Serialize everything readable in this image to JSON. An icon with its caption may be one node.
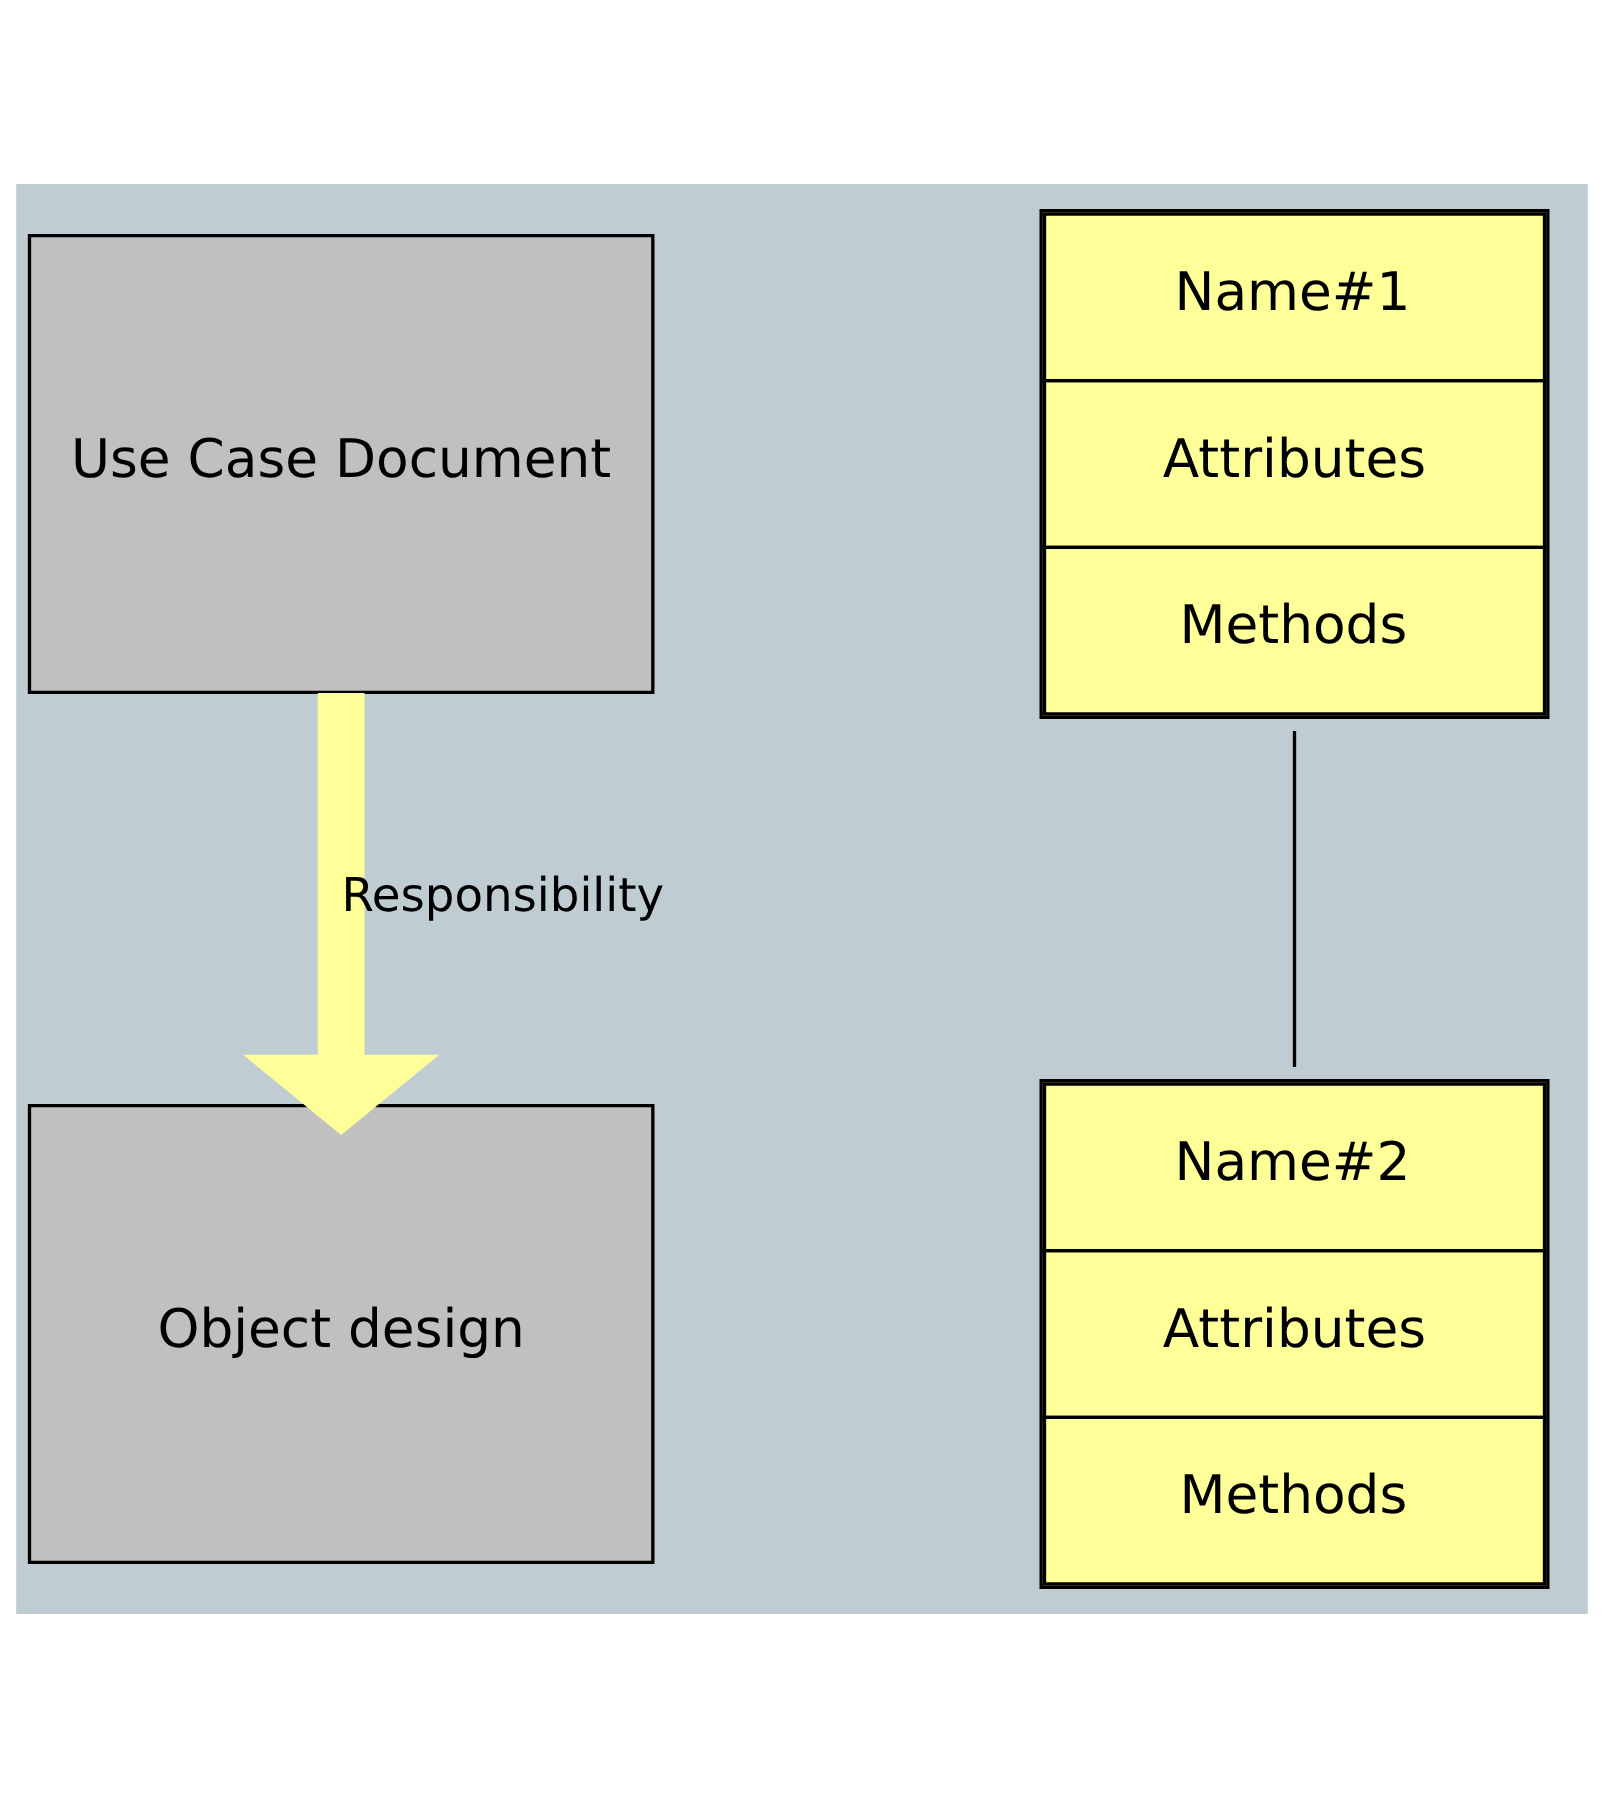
{
  "diagram": {
    "nodes": [
      {
        "text": [
          "Use Case Document"
        ]
      },
      {
        "text": [
          "Object design"
        ]
      },
      {
        "text": [
          "Name#1",
          "Attributes",
          "Methods"
        ]
      },
      {
        "text": [
          "Name#2",
          "Attributes",
          "Methods"
        ]
      }
    ],
    "edges": [
      {
        "from": 0,
        "to": 1,
        "arrow": "to",
        "label": "Responsibility",
        "style": "thick",
        "color": "#ffff99"
      },
      {
        "from": 2,
        "to": 3,
        "arrow": "none",
        "color": "#000000"
      }
    ]
  }
}
